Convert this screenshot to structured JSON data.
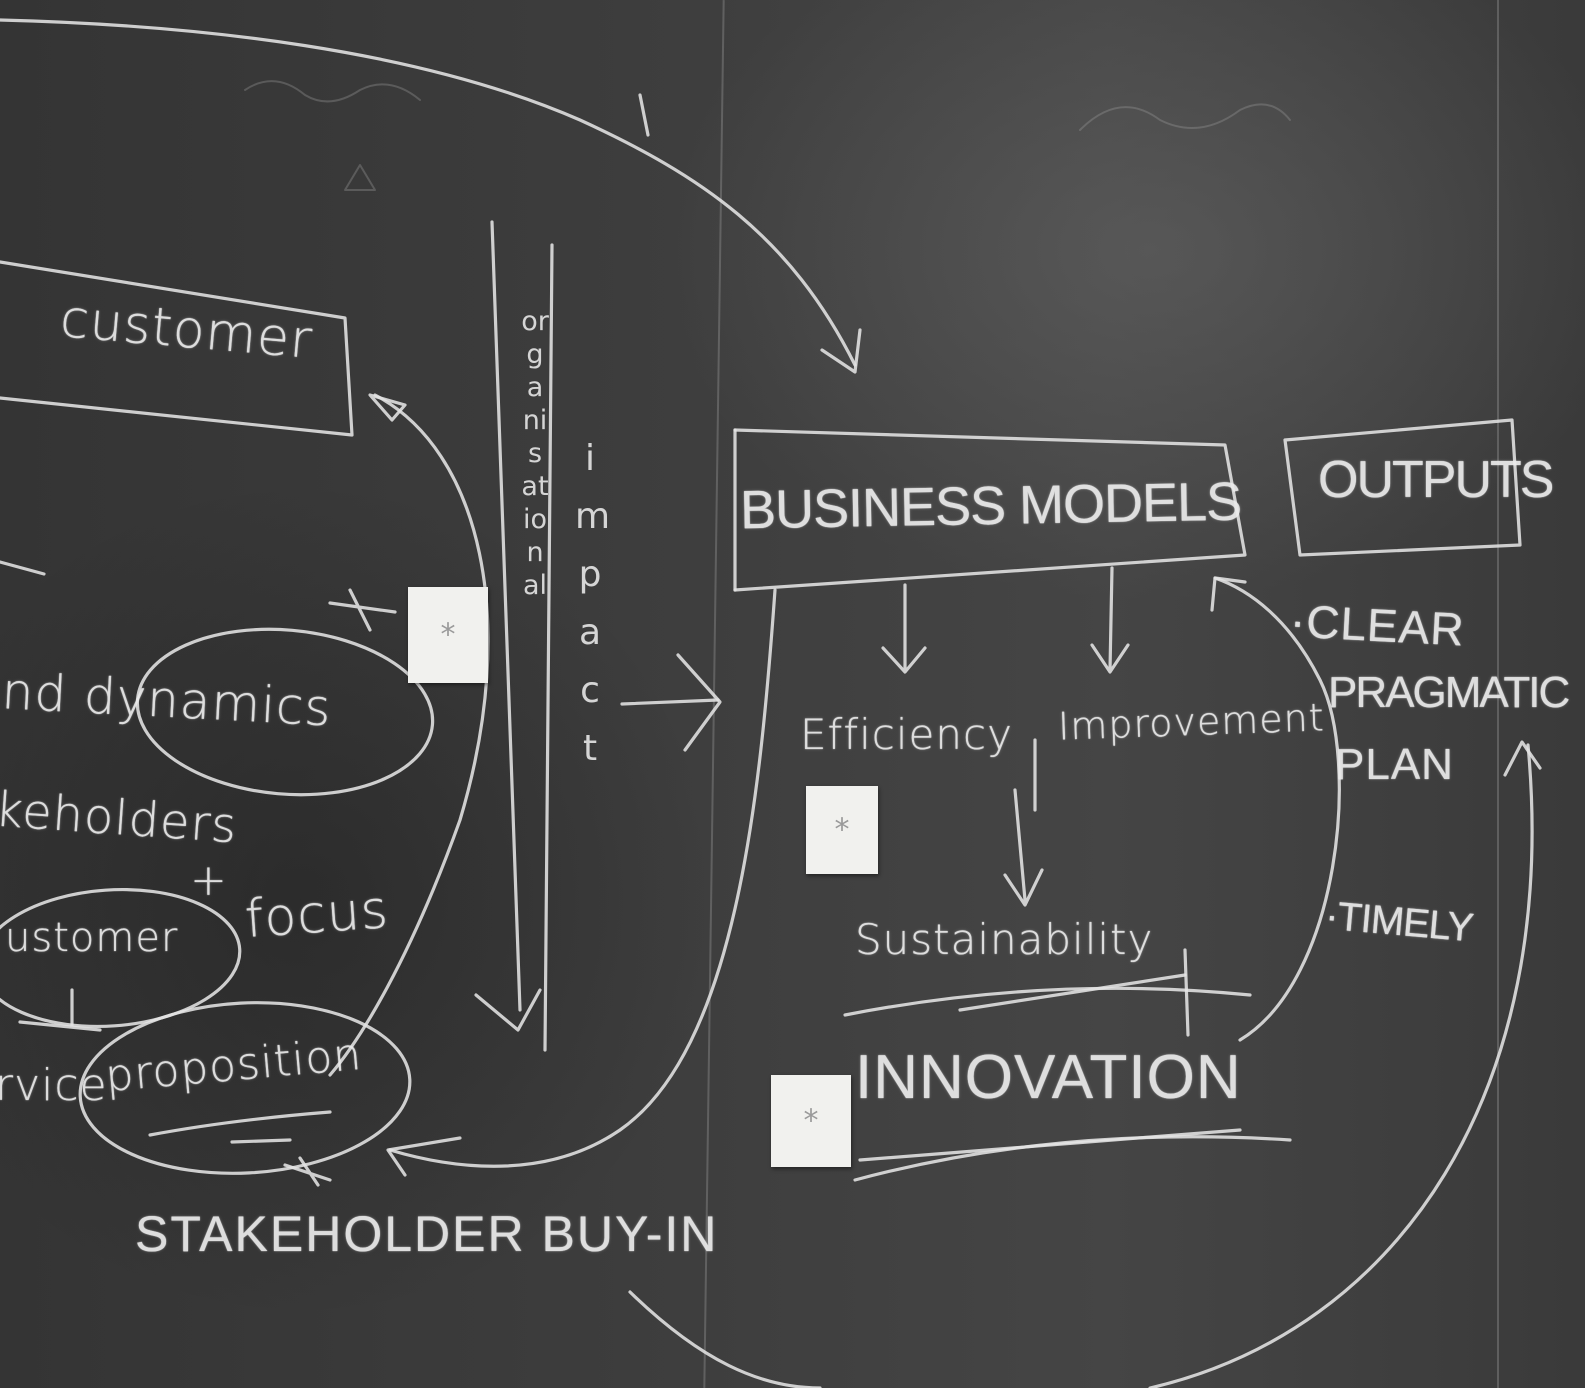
{
  "chalkboard": {
    "left_panel": {
      "customer_box_text": "customer",
      "dynamics_line": "and dynamics",
      "stakeholders_line": "keholders",
      "plus_mark": "+",
      "customer_focus_customer": "ustomer",
      "customer_focus_focus": "focus",
      "service_text": "rvice",
      "proposition_text": "proposition",
      "stakeholder_buy_in": "STAKEHOLDER BUY-IN",
      "organisational": "organisational",
      "impact": "impact"
    },
    "right_panel": {
      "business_models": "BUSINESS MODELS",
      "outputs": "OUTPUTS",
      "efficiency": "Efficiency",
      "improvement": "Improvement",
      "sustainability": "Sustainability",
      "innovation": "INNOVATION",
      "clear": "·CLEAR",
      "pragmatic": "PRAGMATIC",
      "plan": "PLAN",
      "timely": "·TIMELY"
    },
    "sticky_note_mark": "*"
  }
}
